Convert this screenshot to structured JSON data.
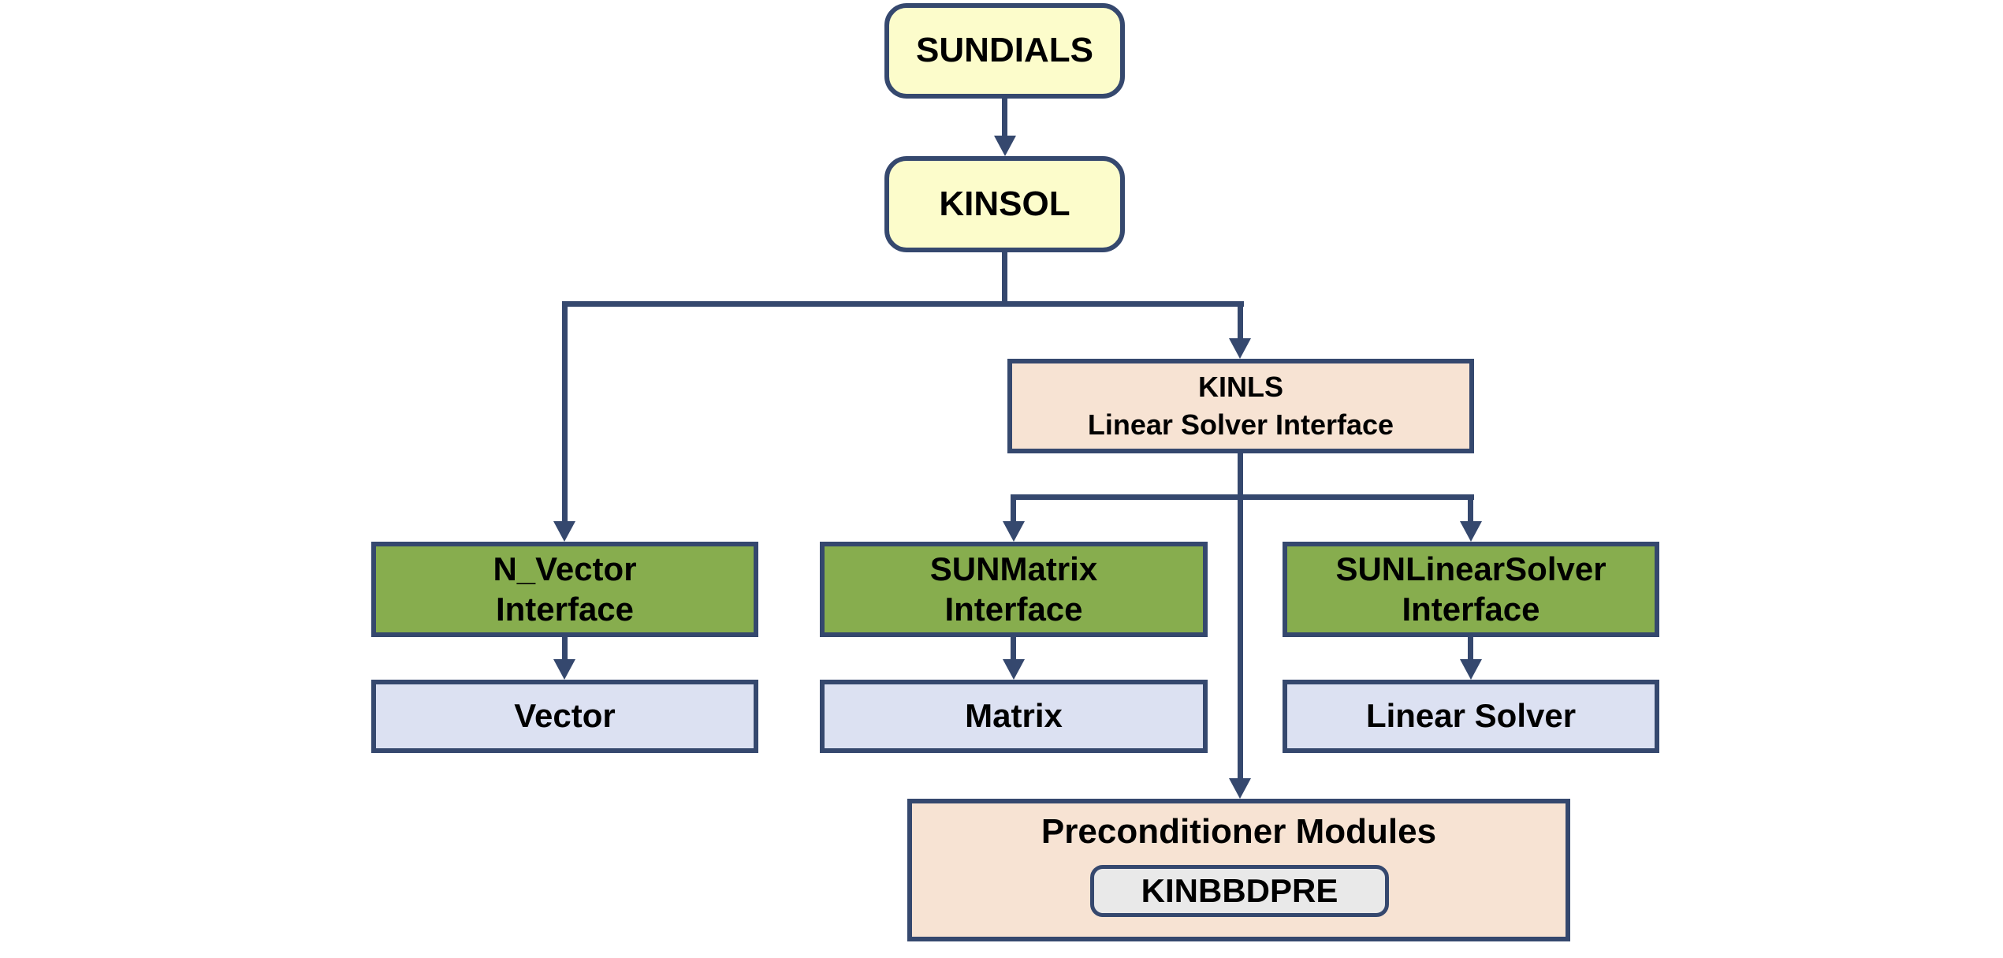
{
  "colors": {
    "background": "#FFFFFF",
    "border_and_connectors": "#35486E",
    "node_yellow": "#FCFCCB",
    "node_green": "#87AD4E",
    "node_lavender": "#DCE1F2",
    "node_peach": "#F7E3D3",
    "node_gray": "#E9E9E9",
    "text": "#000000"
  },
  "nodes": {
    "sundials": {
      "label": "SUNDIALS"
    },
    "kinsol": {
      "label": "KINSOL"
    },
    "kinls": {
      "line1": "KINLS",
      "line2": "Linear Solver Interface"
    },
    "nvector": {
      "line1": "N_Vector",
      "line2": "Interface"
    },
    "sunmatrix": {
      "line1": "SUNMatrix",
      "line2": "Interface"
    },
    "sunlinearsolver": {
      "line1": "SUNLinearSolver",
      "line2": "Interface"
    },
    "vector": {
      "label": "Vector"
    },
    "matrix": {
      "label": "Matrix"
    },
    "linear_solver": {
      "label": "Linear Solver"
    },
    "preconditioner": {
      "title": "Preconditioner Modules"
    },
    "kinbbdpre": {
      "label": "KINBBDPRE"
    }
  }
}
